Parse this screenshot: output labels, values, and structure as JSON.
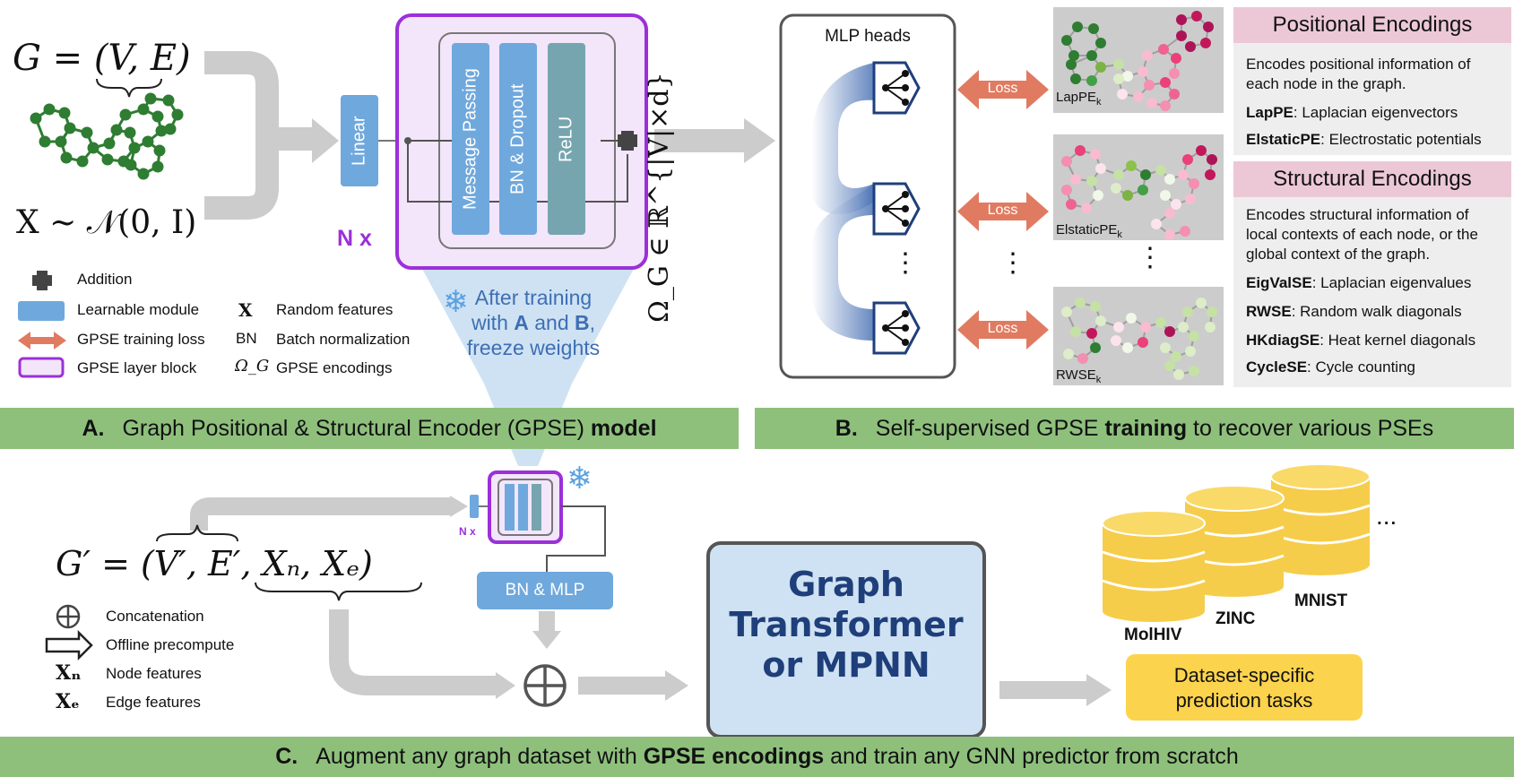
{
  "panel_a": {
    "graph_eq": "G = (V, E)",
    "features_eq": "X ~ 𝒩(0, I)",
    "linear_label": "Linear",
    "layers": [
      "Message Passing",
      "BN & Dropout",
      "ReLU"
    ],
    "repeat_label": "N x",
    "freeze_prefix": "After training",
    "freeze_mid": "with ",
    "freeze_a": "A",
    "freeze_and": " and ",
    "freeze_b": "B",
    "freeze_comma": ",",
    "freeze_suffix": "freeze weights",
    "output_symbol": "Ω_G ∈ ℝ^{|V|×d}",
    "legend": [
      {
        "symbol": "✚",
        "label": "Addition"
      },
      {
        "symbol": "",
        "label": "Learnable module"
      },
      {
        "symbol": "⟷",
        "label": "GPSE training loss"
      },
      {
        "symbol": "",
        "label": "GPSE layer block"
      }
    ],
    "legend2": [
      {
        "symbol": "X",
        "label": "Random features"
      },
      {
        "symbol": "BN",
        "label": "Batch normalization"
      },
      {
        "symbol": "Ω_G",
        "label": "GPSE encodings"
      }
    ],
    "banner_letter": "A.",
    "banner_text": "Graph Positional & Structural Encoder (GPSE) ",
    "banner_bold": "model"
  },
  "panel_b": {
    "mlp_title": "MLP heads",
    "loss_label": "Loss",
    "pse_labels": [
      "LapPE",
      "ElstaticPE",
      "RWSE"
    ],
    "pse_subscript": "k",
    "ellipsis": "⋮",
    "pos_title": "Positional Encodings",
    "pos_desc_1": "Encodes positional information of",
    "pos_desc_2": "each node in the graph.",
    "pos_items": [
      {
        "name": "LapPE",
        "desc": ": Laplacian eigenvectors"
      },
      {
        "name": "ElstaticPE",
        "desc": ": Electrostatic potentials"
      }
    ],
    "struct_title": "Structural Encodings",
    "struct_desc_1": "Encodes structural information of",
    "struct_desc_2": "local contexts of each node, or the",
    "struct_desc_3": "global context of the graph.",
    "struct_items": [
      {
        "name": "EigValSE",
        "desc": ":  Laplacian eigenvalues"
      },
      {
        "name": "RWSE",
        "desc": ": Random walk diagonals"
      },
      {
        "name": "HKdiagSE",
        "desc": ": Heat kernel diagonals"
      },
      {
        "name": "CycleSE",
        "desc": ": Cycle counting"
      }
    ],
    "banner_letter": "B.",
    "banner_text": "Self-supervised GPSE ",
    "banner_bold": "training",
    "banner_suffix": " to recover various PSEs"
  },
  "panel_c": {
    "graph_eq": "G′ = (V′, E′, Xₙ, Xₑ)",
    "repeat_label": "N x",
    "bn_mlp": "BN & MLP",
    "model_line1": "Graph",
    "model_line2": "Transformer",
    "model_line3": "or MPNN",
    "datasets": [
      "MolHIV",
      "ZINC",
      "MNIST"
    ],
    "dots": "...",
    "task_line1": "Dataset-specific",
    "task_line2": "prediction tasks",
    "legend": [
      {
        "symbol": "⊕",
        "label": "Concatenation"
      },
      {
        "symbol": "⇨",
        "label": "Offline precompute"
      },
      {
        "symbol": "Xₙ",
        "label": "Node features"
      },
      {
        "symbol": "Xₑ",
        "label": "Edge features"
      }
    ],
    "banner_letter": "C.",
    "banner_text": "Augment any graph dataset with ",
    "banner_bold": "GPSE encodings",
    "banner_suffix": " and train any GNN predictor from scratch"
  },
  "colors": {
    "banner": "#8ec07c",
    "learnable": "#6fa8dc",
    "relu": "#76a5af",
    "gpse_block": "#9b30d9",
    "gpse_fill": "#f3e6fb",
    "loss_arrow": "#e07b62",
    "freeze_cone": "#cfe2f3",
    "freeze_text": "#3d6fb4",
    "model_box": "#cfe2f3",
    "model_text": "#1f3f7a",
    "dataset": "#f6cd4a",
    "task_box": "#fcd34d",
    "gray_arrow": "#cccccc",
    "node_green": "#2e7d32",
    "node_pink": "#c2185b"
  }
}
